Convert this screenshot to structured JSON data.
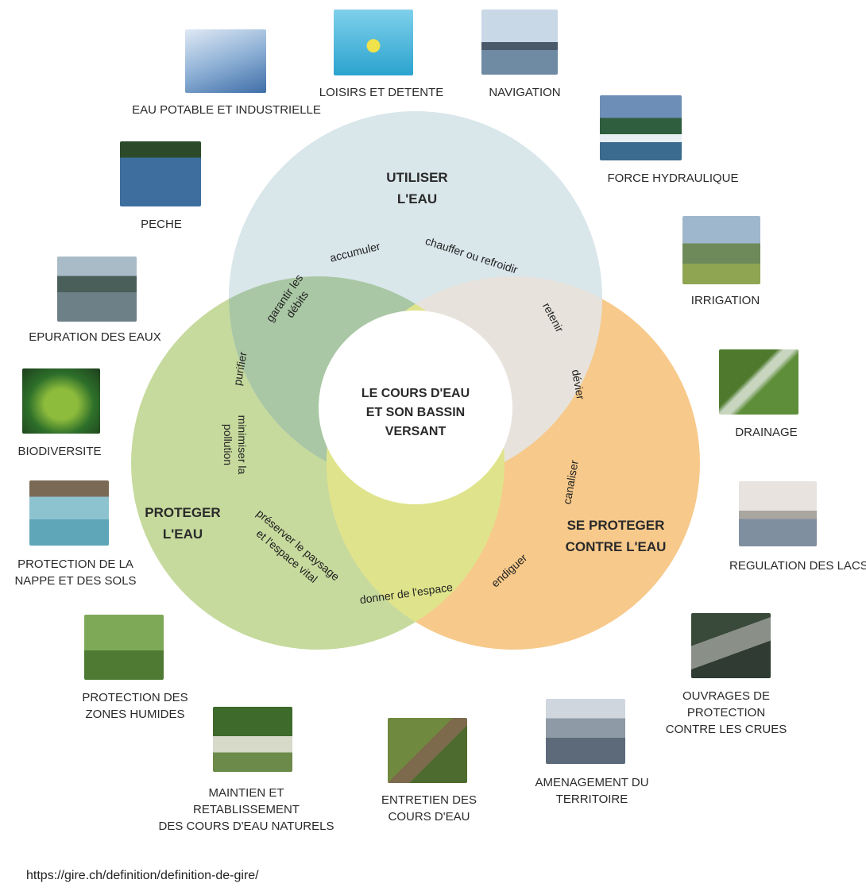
{
  "center": [
    "LE COURS D'EAU",
    "ET SON BASSIN",
    "VERSANT"
  ],
  "circles": {
    "use": {
      "title": [
        "UTILISER",
        "L'EAU"
      ],
      "color": "#d9e6ea"
    },
    "protect": {
      "title": [
        "PROTEGER",
        "L'EAU"
      ],
      "color": "#c6da9d"
    },
    "defend": {
      "title": [
        "SE PROTEGER",
        "CONTRE L'EAU"
      ],
      "color": "#f7c98a"
    }
  },
  "overlap_colors": {
    "use_protect": "#a9c7a4",
    "use_defend": "#e7e3dc",
    "protect_defend": "#dfe48c"
  },
  "actions": {
    "accumuler": "accumuler",
    "chauffer": "chauffer ou refroidir",
    "garantir": [
      "garantir les",
      "débits"
    ],
    "retenir": "retenir",
    "purifier": "purifier",
    "devier": "dévier",
    "minimiser": [
      "minimiser la",
      "pollution"
    ],
    "canaliser": "canaliser",
    "preserver": [
      "préserver le paysage",
      "et l'espace vital"
    ],
    "endiguer": "endiguer",
    "donner": "donner de l'espace"
  },
  "items": {
    "eau_potable": [
      "EAU POTABLE ET INDUSTRIELLE"
    ],
    "loisirs": [
      "LOISIRS ET DETENTE"
    ],
    "navigation": [
      "NAVIGATION"
    ],
    "force": [
      "FORCE HYDRAULIQUE"
    ],
    "peche": [
      "PECHE"
    ],
    "irrigation": [
      "IRRIGATION"
    ],
    "epuration": [
      "EPURATION DES EAUX"
    ],
    "drainage": [
      "DRAINAGE"
    ],
    "biodiversite": [
      "BIODIVERSITE"
    ],
    "regulation": [
      "REGULATION DES LACS"
    ],
    "nappe": [
      "PROTECTION DE LA",
      "NAPPE ET DES SOLS"
    ],
    "ouvrages": [
      "OUVRAGES DE",
      "PROTECTION",
      "CONTRE LES CRUES"
    ],
    "zones": [
      "PROTECTION DES",
      "ZONES HUMIDES"
    ],
    "amenagement": [
      "AMENAGEMENT DU",
      "TERRITOIRE"
    ],
    "maintien": [
      "MAINTIEN ET",
      "RETABLISSEMENT",
      "DES COURS D'EAU NATURELS"
    ],
    "entretien": [
      "ENTRETIEN DES",
      "COURS D'EAU"
    ]
  },
  "source_url": "https://gire.ch/definition/definition-de-gire/"
}
